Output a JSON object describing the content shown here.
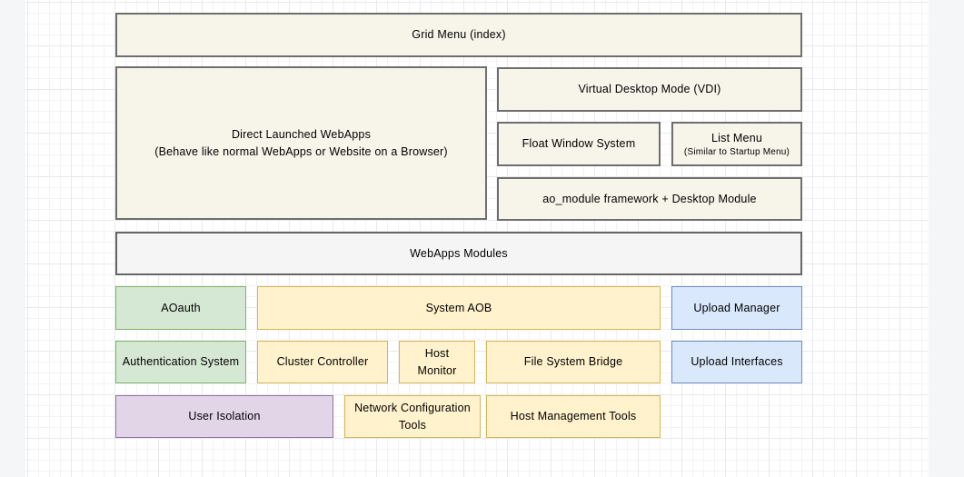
{
  "palette": {
    "plain_fill": "#f7f4ea",
    "plain_border": "#6e6e6e",
    "gray_fill": "#f5f5f5",
    "gray_border": "#666666",
    "green_fill": "#d5e8d4",
    "green_border": "#82b366",
    "yellow_fill": "#fff2cc",
    "yellow_border": "#d6b656",
    "blue_fill": "#dae8fc",
    "blue_border": "#6c8ebf",
    "purple_fill": "#e1d5e7",
    "purple_border": "#9673a6"
  },
  "boxes": {
    "grid_menu": {
      "label": "Grid Menu (index)"
    },
    "direct_webapps": {
      "line1": "Direct Launched WebApps",
      "line2": "(Behave like normal WebApps or Website on a Browser)"
    },
    "vdi": {
      "label": "Virtual Desktop Mode (VDI)"
    },
    "float_window": {
      "label": "Float Window System"
    },
    "list_menu": {
      "label": "List Menu",
      "sublabel": "(Similar to Startup Menu)"
    },
    "ao_module": {
      "label": "ao_module framework + Desktop Module"
    },
    "webapps_modules": {
      "label": "WebApps Modules"
    },
    "aoauth": {
      "label": "AOauth"
    },
    "system_aob": {
      "label": "System AOB"
    },
    "upload_manager": {
      "label": "Upload Manager"
    },
    "auth_system": {
      "label": "Authentication System"
    },
    "cluster_controller": {
      "label": "Cluster Controller"
    },
    "host_monitor": {
      "label": "Host Monitor"
    },
    "fs_bridge": {
      "label": "File System Bridge"
    },
    "upload_interfaces": {
      "label": "Upload Interfaces"
    },
    "user_isolation": {
      "label": "User Isolation"
    },
    "network_config": {
      "label": "Network Configuration Tools"
    },
    "host_mgmt": {
      "label": "Host Management Tools"
    }
  }
}
